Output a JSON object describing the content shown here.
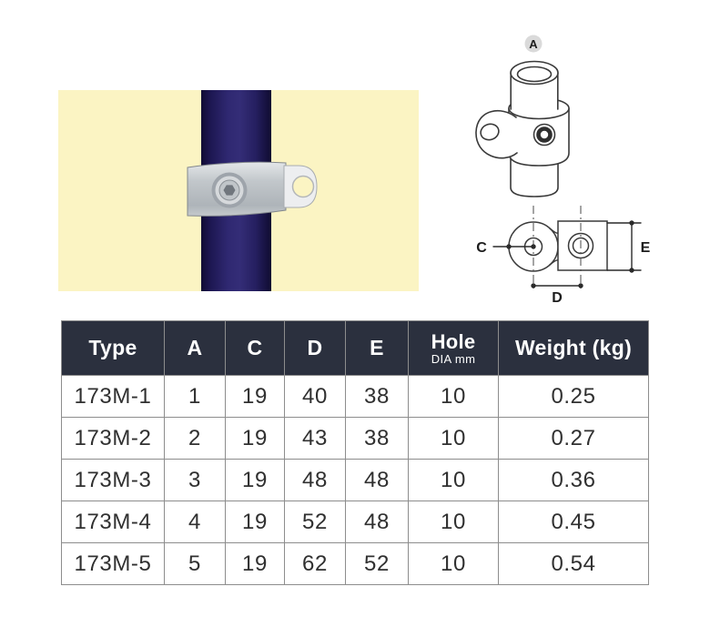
{
  "colors": {
    "header_bg": "#2B303E",
    "header_text": "#FFFFFF",
    "table_border": "#8D8D8D",
    "photo_background": "#FBF4C3",
    "pipe_navy": "#241E5C",
    "clamp_gray": "#C6CACD",
    "drawing_line": "#3A3A3A",
    "label_bubble": "#DADADA"
  },
  "diagrams": {
    "iso": {
      "label_a": "A"
    },
    "plan": {
      "label_c": "C",
      "label_d": "D",
      "label_e": "E"
    }
  },
  "table": {
    "columns": [
      {
        "label": "Type"
      },
      {
        "label": "A"
      },
      {
        "label": "C"
      },
      {
        "label": "D"
      },
      {
        "label": "E"
      },
      {
        "label": "Hole",
        "sublabel": "DIA mm"
      },
      {
        "label": "Weight (kg)"
      }
    ],
    "rows": [
      [
        "173M-1",
        "1",
        "19",
        "40",
        "38",
        "10",
        "0.25"
      ],
      [
        "173M-2",
        "2",
        "19",
        "43",
        "38",
        "10",
        "0.27"
      ],
      [
        "173M-3",
        "3",
        "19",
        "48",
        "48",
        "10",
        "0.36"
      ],
      [
        "173M-4",
        "4",
        "19",
        "52",
        "48",
        "10",
        "0.45"
      ],
      [
        "173M-5",
        "5",
        "19",
        "62",
        "52",
        "10",
        "0.54"
      ]
    ]
  }
}
